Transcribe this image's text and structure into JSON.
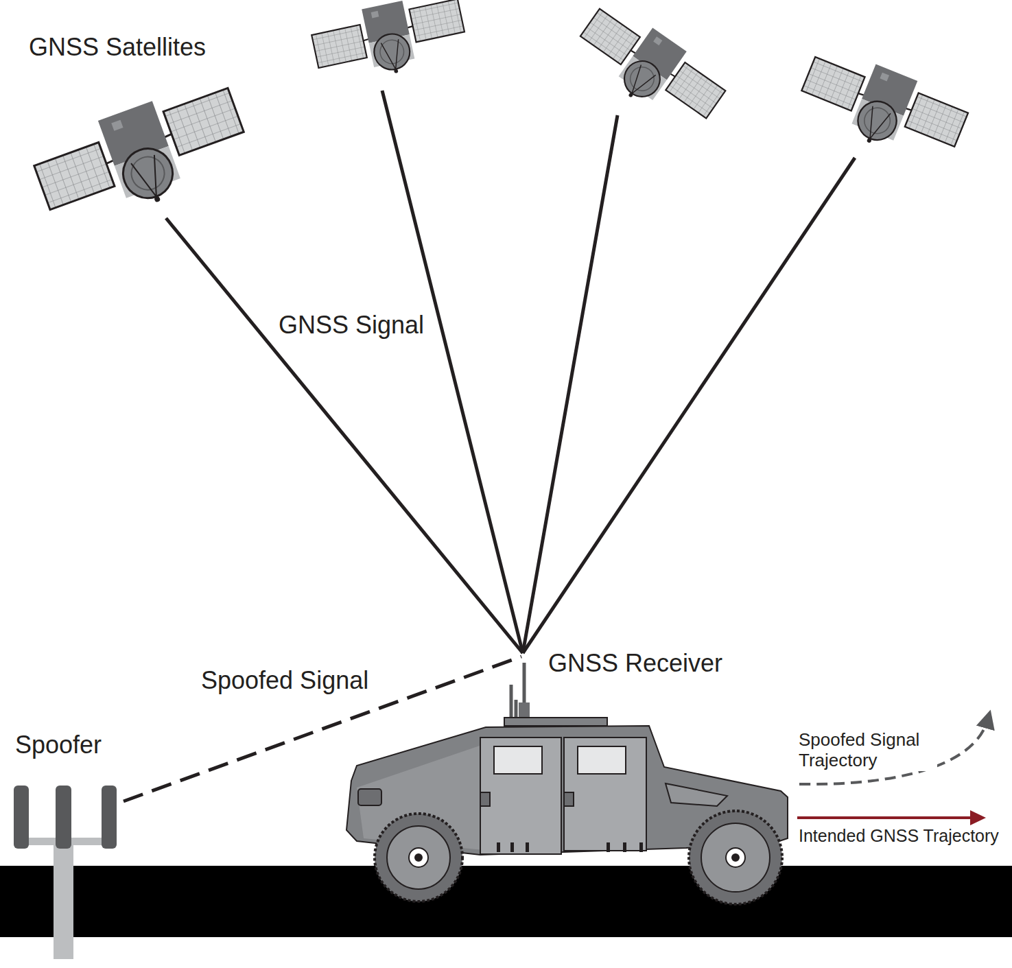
{
  "diagram": {
    "labels": [
      "GNSS Satellites",
      "GNSS Signal",
      "GNSS Receiver",
      "Spoofed Signal",
      "Spoofer"
    ],
    "legend": [
      {
        "text": "Spoofed Signal Trajectory"
      },
      {
        "text": "Intended GNSS Trajectory"
      }
    ]
  }
}
